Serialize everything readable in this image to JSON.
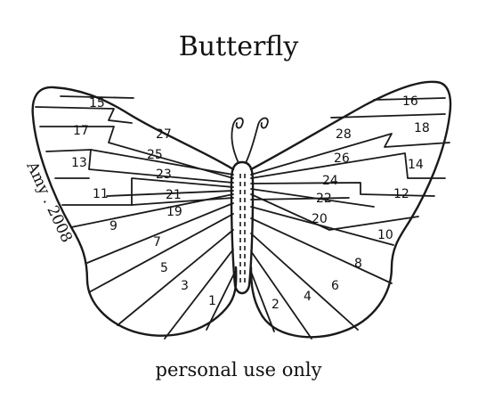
{
  "title": "Butterfly",
  "signature": "Amy . 2008",
  "footer": "personal use only",
  "pieces": {
    "p1": "1",
    "p2": "2",
    "p3": "3",
    "p4": "4",
    "p5": "5",
    "p6": "6",
    "p7": "7",
    "p8": "8",
    "p9": "9",
    "p10": "10",
    "p11": "11",
    "p12": "12",
    "p13": "13",
    "p14": "14",
    "p15": "15",
    "p16": "16",
    "p17": "17",
    "p18": "18",
    "p19": "19",
    "p20": "20",
    "p21": "21",
    "p22": "22",
    "p23": "23",
    "p24": "24",
    "p25": "25",
    "p26": "26",
    "p27": "27",
    "p28": "28"
  }
}
